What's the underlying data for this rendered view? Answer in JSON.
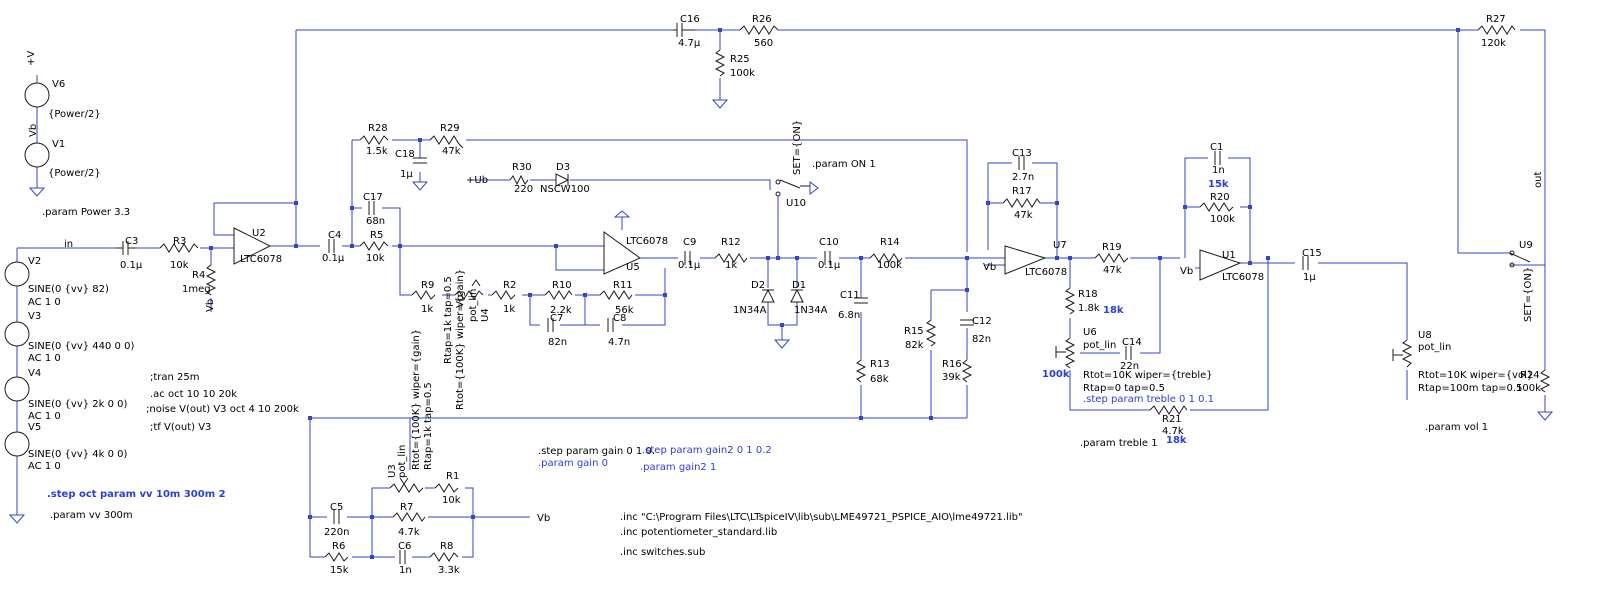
{
  "colors": {
    "wire": "#3445c8",
    "component": "#1c1c1c",
    "directive_blue": "#2b3fd8",
    "background": "#ffffff"
  },
  "sources": {
    "V6": {
      "name": "V6",
      "value": "{Power/2}"
    },
    "V1": {
      "name": "V1",
      "value": "{Power/2}"
    },
    "V2": {
      "name": "V2",
      "line1": "SINE(0 {vv} 82)",
      "line2": "AC 1 0"
    },
    "V3": {
      "name": "V3",
      "line1": "SINE(0 {vv} 440 0 0)",
      "line2": "AC 1 0"
    },
    "V4": {
      "name": "V4",
      "line1": "SINE(0 {vv} 2k 0 0)",
      "line2": "AC 1 0"
    },
    "V5": {
      "name": "V5",
      "line1": "SINE(0 {vv} 4k 0 0)",
      "line2": "AC 1 0"
    }
  },
  "components": {
    "C16": {
      "name": "C16",
      "value": "4.7µ"
    },
    "R26": {
      "name": "R26",
      "value": "560"
    },
    "R25": {
      "name": "R25",
      "value": "100k"
    },
    "R27": {
      "name": "R27",
      "value": "120k"
    },
    "C3": {
      "name": "C3",
      "value": "0.1µ"
    },
    "R3": {
      "name": "R3",
      "value": "10k"
    },
    "R4": {
      "name": "R4",
      "value": "1meg"
    },
    "U2": {
      "name": "U2",
      "value": "LTC6078"
    },
    "R28": {
      "name": "R28",
      "value": "1.5k"
    },
    "R29": {
      "name": "R29",
      "value": "47k"
    },
    "C18": {
      "name": "C18",
      "value": "1µ"
    },
    "C17": {
      "name": "C17",
      "value": "68n"
    },
    "C4": {
      "name": "C4",
      "value": "0.1µ"
    },
    "R5": {
      "name": "R5",
      "value": "10k"
    },
    "R30": {
      "name": "R30",
      "value": "220"
    },
    "D3": {
      "name": "D3",
      "value": "NSCW100"
    },
    "U10": {
      "name": "U10",
      "value": "SET={ON}"
    },
    "R9": {
      "name": "R9",
      "value": "1k"
    },
    "R2": {
      "name": "R2",
      "value": "1k"
    },
    "U4": {
      "name": "U4",
      "value": "pot_lin"
    },
    "U4_params": {
      "line1": "Rtot={100K} wiper={gain}",
      "line2": "Rtap=1k tap=0.5"
    },
    "R10": {
      "name": "R10",
      "value": "2.2k"
    },
    "R11": {
      "name": "R11",
      "value": "56k"
    },
    "C7": {
      "name": "C7",
      "value": "82n"
    },
    "C8": {
      "name": "C8",
      "value": "4.7n"
    },
    "U5": {
      "name": "U5",
      "value": "LTC6078"
    },
    "C9": {
      "name": "C9",
      "value": "0.1µ"
    },
    "R12": {
      "name": "R12",
      "value": "1k"
    },
    "D2": {
      "name": "D2",
      "value": "1N34A"
    },
    "D1": {
      "name": "D1",
      "value": "1N34A"
    },
    "C10": {
      "name": "C10",
      "value": "0.1µ"
    },
    "R14": {
      "name": "R14",
      "value": "100k"
    },
    "C11": {
      "name": "C11",
      "value": "6.8n"
    },
    "R13": {
      "name": "R13",
      "value": "68k"
    },
    "R15": {
      "name": "R15",
      "value": "82k"
    },
    "C12": {
      "name": "C12",
      "value": "82n"
    },
    "R16": {
      "name": "R16",
      "value": "39k"
    },
    "C13": {
      "name": "C13",
      "value": "2.7n"
    },
    "R17": {
      "name": "R17",
      "value": "47k"
    },
    "U7": {
      "name": "U7",
      "value": "LTC6078"
    },
    "R19": {
      "name": "R19",
      "value": "47k"
    },
    "R18": {
      "name": "R18",
      "value": "1.8k",
      "alt": "18k"
    },
    "U6": {
      "name": "U6",
      "value": "pot_lin",
      "alt": "100k"
    },
    "U6_params": {
      "line1": "Rtot=10K wiper={treble}",
      "line2": "Rtap=0 tap=0.5"
    },
    "C14": {
      "name": "C14",
      "value": "22n"
    },
    "R21": {
      "name": "R21",
      "value": "4.7k",
      "alt": "18k"
    },
    "C1": {
      "name": "C1",
      "value": "1n",
      "alt": "15k"
    },
    "R20": {
      "name": "R20",
      "value": "100k"
    },
    "U1": {
      "name": "U1",
      "value": "LTC6078"
    },
    "C15": {
      "name": "C15",
      "value": "1µ"
    },
    "U8": {
      "name": "U8",
      "value": "pot_lin"
    },
    "U8_params": {
      "line1": "Rtot=10K wiper={vol}",
      "line2": "Rtap=100m tap=0.5"
    },
    "R24": {
      "name": "R24",
      "value": "100k"
    },
    "U9": {
      "name": "U9",
      "value": "SET={ON}"
    },
    "U3": {
      "name": "U3",
      "value": "pot_lin"
    },
    "U3_params": {
      "line1": "Rtot={100K} wiper={gain}",
      "line2": "Rtap=1k tap=0.5"
    },
    "R1": {
      "name": "R1",
      "value": "10k"
    },
    "R7": {
      "name": "R7",
      "value": "4.7k"
    },
    "C5": {
      "name": "C5",
      "value": "220n"
    },
    "R6": {
      "name": "R6",
      "value": "15k"
    },
    "C6": {
      "name": "C6",
      "value": "1n"
    },
    "R8": {
      "name": "R8",
      "value": "3.3k"
    }
  },
  "nets": {
    "in": "in",
    "out": "out",
    "vb": "Vb",
    "ub": "+Ub",
    "vplus": "+V",
    "vb_supply": "Vb"
  },
  "directives": {
    "power": ".param Power 3.3",
    "param_on": ".param ON 1",
    "tran": ";tran 25m",
    "ac": ".ac oct 10 10 20k",
    "noise": ";noise V(out) V3 oct 4 10 200k",
    "tf": ";tf V(out) V3",
    "step_vv": ".step oct param vv 10m 300m 2",
    "param_vv": ".param vv 300m",
    "step_gain": ".step param gain 0 1 0.",
    "step_gain2": ".step param gain2 0 1 0.2",
    "param_gain": ".param gain 0",
    "param_gain2": ".param gain2 1",
    "step_treble": ".step param treble 0 1 0.1",
    "param_treble": ".param treble 1",
    "param_vol": ".param vol 1",
    "inc1": ".inc \"C:\\Program Files\\LTC\\LTspiceIV\\lib\\sub\\LME49721_PSPICE_AIO\\lme49721.lib\"",
    "inc2": ".inc potentiometer_standard.lib",
    "inc3": ".inc switches.sub"
  }
}
